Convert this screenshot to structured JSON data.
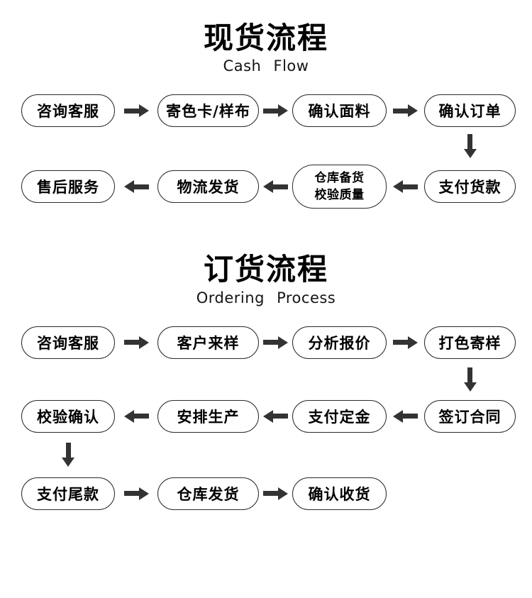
{
  "colors": {
    "background": "#ffffff",
    "node_border": "#2b2b2b",
    "node_text": "#000000",
    "arrow": "#333333",
    "title_text": "#000000"
  },
  "sections": [
    {
      "title": "现货流程",
      "subtitle": "Cash Flow",
      "rows": [
        {
          "direction": "right",
          "nodes": [
            {
              "label": "咨询客服"
            },
            {
              "label": "寄色卡/样布"
            },
            {
              "label": "确认面料"
            },
            {
              "label": "确认订单"
            }
          ]
        },
        {
          "direction": "left",
          "nodes": [
            {
              "label": "售后服务"
            },
            {
              "label": "物流发货"
            },
            {
              "label": "仓库备货",
              "label2": "校验质量"
            },
            {
              "label": "支付货款"
            }
          ]
        }
      ]
    },
    {
      "title": "订货流程",
      "subtitle": "Ordering Process",
      "rows": [
        {
          "direction": "right",
          "nodes": [
            {
              "label": "咨询客服"
            },
            {
              "label": "客户来样"
            },
            {
              "label": "分析报价"
            },
            {
              "label": "打色寄样"
            }
          ]
        },
        {
          "direction": "left",
          "nodes": [
            {
              "label": "校验确认"
            },
            {
              "label": "安排生产"
            },
            {
              "label": "支付定金"
            },
            {
              "label": "签订合同"
            }
          ]
        },
        {
          "direction": "right",
          "nodes": [
            {
              "label": "支付尾款"
            },
            {
              "label": "仓库发货"
            },
            {
              "label": "确认收货"
            }
          ]
        }
      ]
    }
  ]
}
